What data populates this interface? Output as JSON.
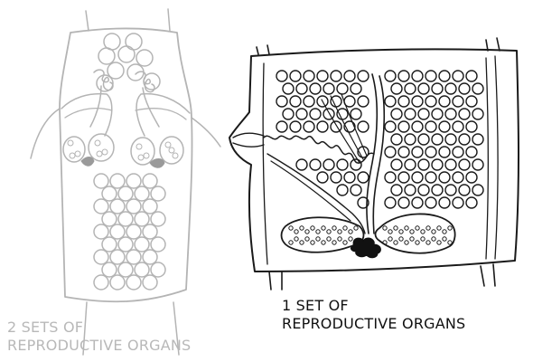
{
  "colors": {
    "left_stroke": "#b4b4b4",
    "left_dark_fill": "#9a9a9a",
    "right_stroke": "#1a1a1a",
    "right_dark_fill": "#111111",
    "left_caption": "#b8b8b8",
    "right_caption": "#111111",
    "background": "#ffffff"
  },
  "segments": [
    {
      "id": "two-sets",
      "caption_line1": "2 SETS OF",
      "caption_line2": "REPRODUCTIVE ORGANS"
    },
    {
      "id": "one-set",
      "caption_line1": "1 SET OF",
      "caption_line2": "REPRODUCTIVE ORGANS"
    }
  ]
}
